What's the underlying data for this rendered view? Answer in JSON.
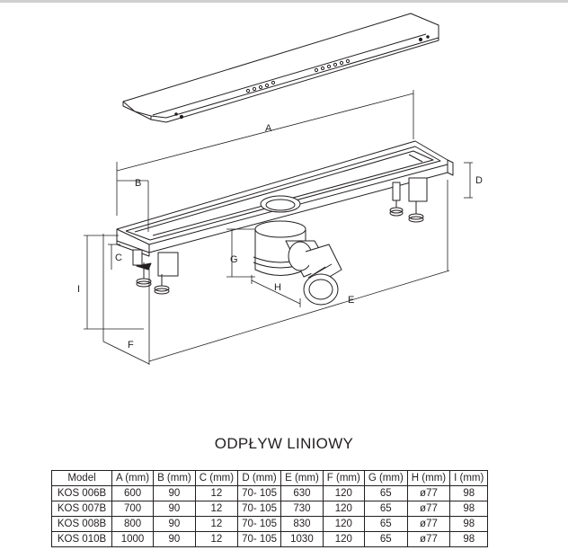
{
  "drawing": {
    "labels": {
      "A": "A",
      "B": "B",
      "C": "C",
      "D": "D",
      "E": "E",
      "F": "F",
      "G": "G",
      "H": "H",
      "I": "I"
    }
  },
  "title": "ODPŁYW LINIOWY",
  "table": {
    "headers": [
      "Model",
      "A (mm)",
      "B (mm)",
      "C (mm)",
      "D (mm)",
      "E (mm)",
      "F (mm)",
      "G (mm)",
      "H (mm)",
      "I (mm)"
    ],
    "rows": [
      [
        "KOS 006B",
        "600",
        "90",
        "12",
        "70- 105",
        "630",
        "120",
        "65",
        "ø77",
        "98"
      ],
      [
        "KOS 007B",
        "700",
        "90",
        "12",
        "70- 105",
        "730",
        "120",
        "65",
        "ø77",
        "98"
      ],
      [
        "KOS 008B",
        "800",
        "90",
        "12",
        "70- 105",
        "830",
        "120",
        "65",
        "ø77",
        "98"
      ],
      [
        "KOS 010B",
        "1000",
        "90",
        "12",
        "70- 105",
        "1030",
        "120",
        "65",
        "ø77",
        "98"
      ]
    ]
  }
}
